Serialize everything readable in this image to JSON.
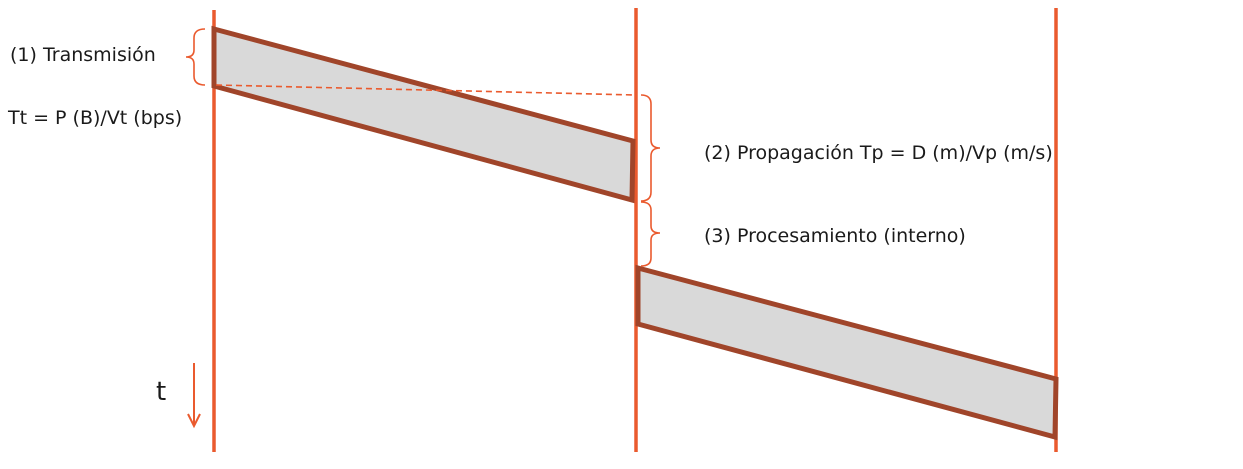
{
  "labels": {
    "transmission": "(1) Transmisión",
    "transmission_formula": "Tt = P (B)/Vt (bps)",
    "propagation": "(2) Propagación  Tp = D (m)/Vp (m/s)",
    "processing": "(3) Procesamiento (interno)",
    "time_axis": "t"
  },
  "colors": {
    "timeline": "#ea5a2e",
    "packet_border": "#a0452a",
    "packet_fill": "#d9d9d9",
    "brace": "#ea5a2e",
    "text": "#1a1a1a"
  }
}
